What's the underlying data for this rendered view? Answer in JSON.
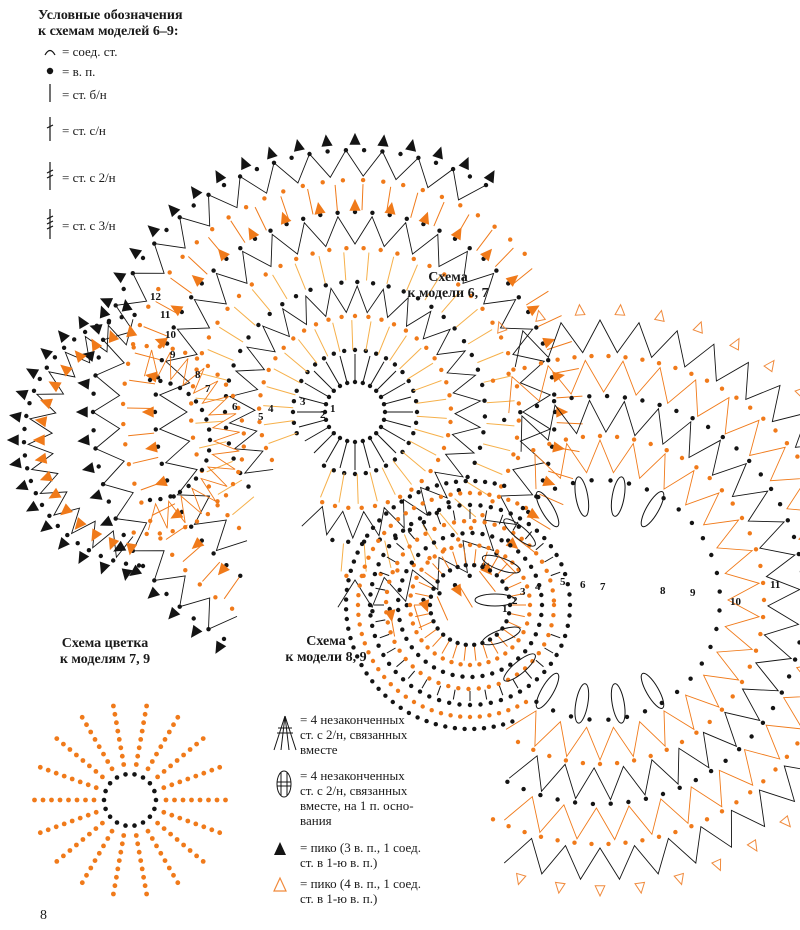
{
  "legend": {
    "title_line1": "Условные обозначения",
    "title_line2": "к схемам моделей 6–9:",
    "items": [
      {
        "symbol": "arc-icon",
        "label": "= соед. ст."
      },
      {
        "symbol": "dot-icon",
        "label": "= в. п."
      },
      {
        "symbol": "bar-icon",
        "label": "= ст. б/н"
      },
      {
        "symbol": "bar-1-cross-icon",
        "label": "= ст. с/н"
      },
      {
        "symbol": "bar-2-cross-icon",
        "label": "= ст. с 2/н"
      },
      {
        "symbol": "bar-3-cross-icon",
        "label": "= ст. с 3/н"
      }
    ]
  },
  "schemes": {
    "scheme_67_line1": "Схема",
    "scheme_67_line2": "к модели 6, 7",
    "scheme_89_line1": "Схема",
    "scheme_89_line2": "к модели 8, 9",
    "flower_line1": "Схема цветка",
    "flower_line2": "к моделям 7, 9"
  },
  "notes": [
    {
      "symbol": "fan-icon",
      "lines": [
        "= 4 незаконченных",
        "ст. с 2/н, связанных",
        "вместе"
      ]
    },
    {
      "symbol": "oval-cluster-icon",
      "lines": [
        "= 4 незаконченных",
        "ст. с 2/н, связанных",
        "вместе, на 1 п. осно-",
        "вания"
      ]
    },
    {
      "symbol": "filled-triangle-icon",
      "lines": [
        "= пико (3 в. п., 1 соед.",
        "ст. в 1-ю в. п.)"
      ]
    },
    {
      "symbol": "outline-triangle-icon",
      "lines": [
        "= пико (4 в. п., 1 соед.",
        "ст. в 1-ю в. п.)"
      ]
    }
  ],
  "row_numbers_67": [
    "1",
    "2",
    "3",
    "4",
    "5",
    "6",
    "7",
    "8",
    "9",
    "10",
    "11",
    "12"
  ],
  "row_numbers_89": [
    "1",
    "2",
    "3",
    "4",
    "5",
    "6",
    "7",
    "8",
    "9",
    "10",
    "11"
  ],
  "page_number": "8",
  "colors": {
    "black": "#141414",
    "orange": "#f07a1a",
    "light_orange": "#f6b04a",
    "triangle_outline": "#f08a3c"
  }
}
